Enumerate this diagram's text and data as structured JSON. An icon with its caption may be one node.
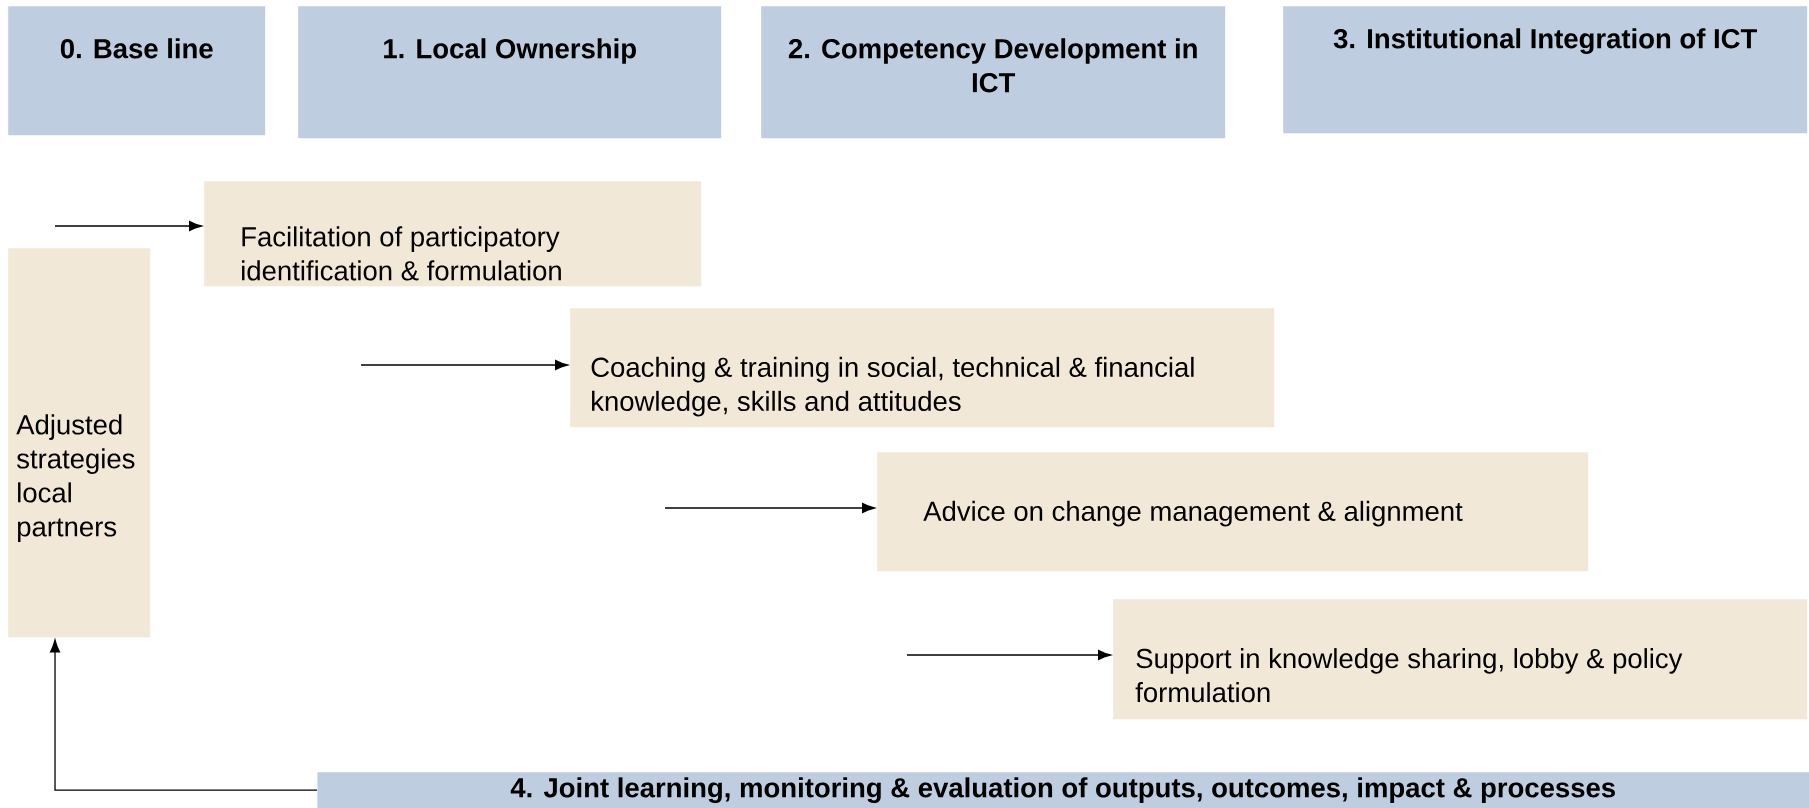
{
  "diagram": {
    "nodes": [
      {
        "text": [
          "0. Base line"
        ]
      },
      {
        "text": [
          "1. Local Ownership"
        ]
      },
      {
        "text": [
          "2. Competency Development in ICT"
        ]
      },
      {
        "text": [
          "3. Institutional Integration of ICT"
        ]
      },
      {
        "text": [
          "Adjusted strategies local partners"
        ]
      },
      {
        "text": [
          "Facilitation of participatory identification & formulation"
        ]
      },
      {
        "text": [
          "Coaching & training in social, technical & financial knowledge, skills and attitudes"
        ]
      },
      {
        "text": [
          "Advice on change management & alignment"
        ]
      },
      {
        "text": [
          "Support in knowledge sharing, lobby & policy formulation"
        ]
      },
      {
        "text": [
          "4. Joint learning, monitoring & evaluation of outputs, outcomes, impact & processes"
        ]
      }
    ],
    "edges": [
      {
        "from": null,
        "to": 5,
        "arrow": "to"
      },
      {
        "from": null,
        "to": 6,
        "arrow": "to"
      },
      {
        "from": null,
        "to": 7,
        "arrow": "to"
      },
      {
        "from": null,
        "to": 8,
        "arrow": "to"
      },
      {
        "from": 9,
        "to": 4,
        "arrow": "to"
      }
    ]
  }
}
